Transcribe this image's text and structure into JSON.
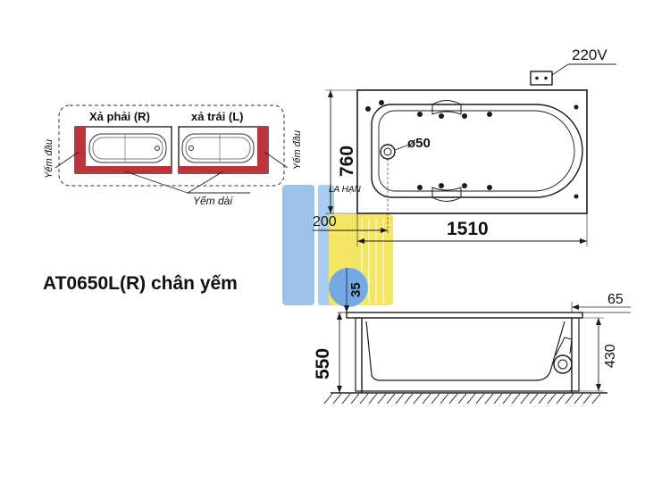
{
  "model_title": "AT0650L(R) chân yếm",
  "variants": {
    "right_drain": "Xả phải (R)",
    "left_drain": "xả trái (L)",
    "end_skirt": "Yếm đầu",
    "long_skirt": "Yếm dài"
  },
  "dimensions": {
    "voltage": "220V",
    "width": "760",
    "length": "1510",
    "drain_diameter": "ø50",
    "offset": "200",
    "rim": "35",
    "height": "550",
    "inner_depth": "430",
    "rim_width": "65"
  },
  "watermark": "LA HẠN",
  "colors": {
    "line": "#1a1a1a",
    "skirt_red": "#c0323a",
    "watermark_blue": "#8ab8e6",
    "watermark_yellow": "#f3e24a",
    "circle_blue": "#5b9be0"
  }
}
